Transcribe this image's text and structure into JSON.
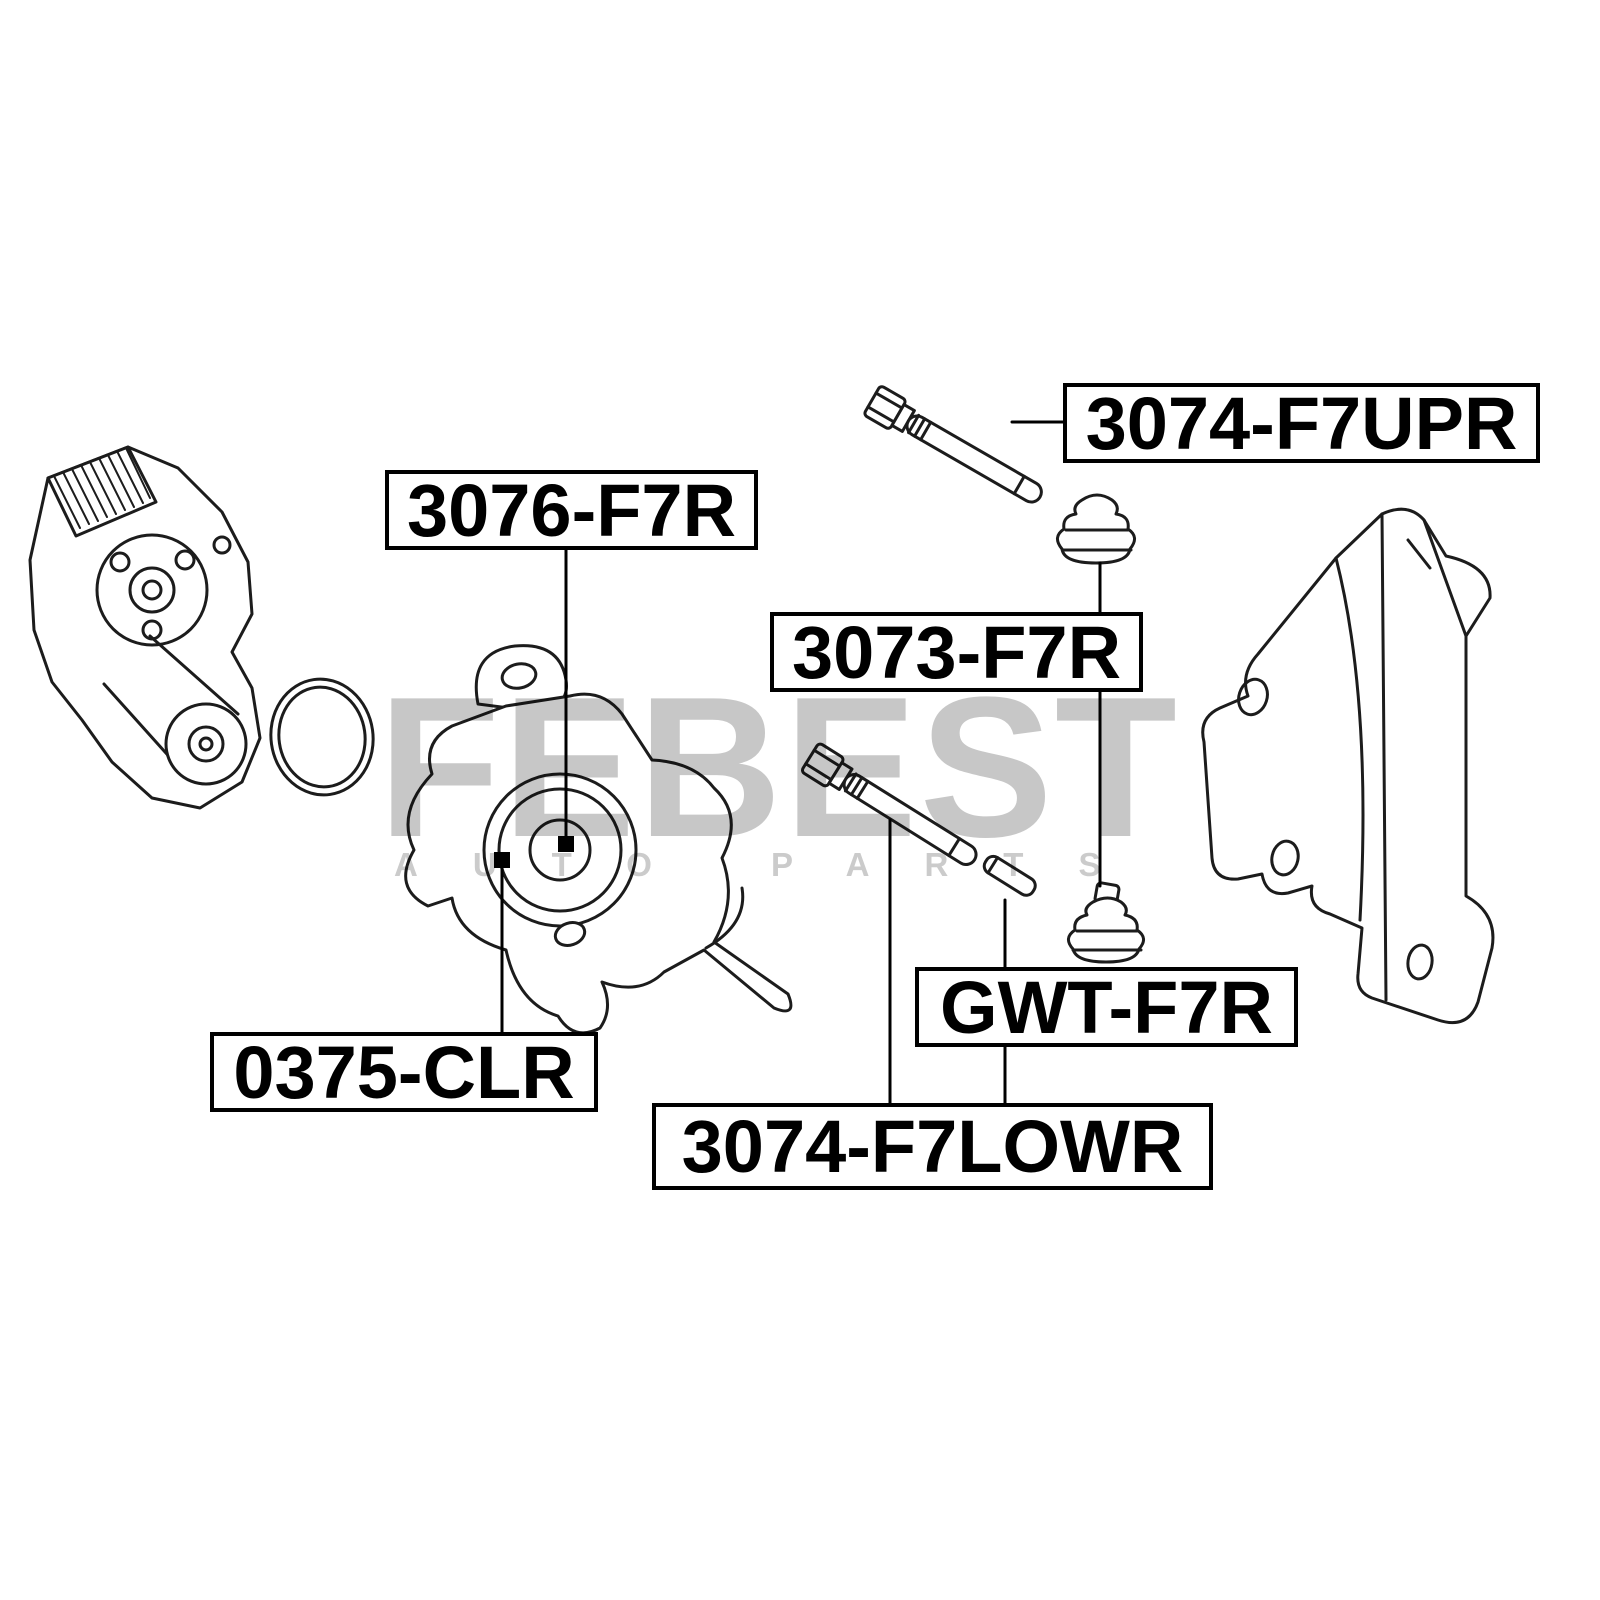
{
  "watermark": {
    "brand": "FEBEST",
    "tagline": "AUTO PARTS"
  },
  "labels": {
    "upr": "3074-F7UPR",
    "l3076": "3076-F7R",
    "l3073": "3073-F7R",
    "gwt": "GWT-F7R",
    "clr": "0375-CLR",
    "lowr": "3074-F7LOWR"
  }
}
